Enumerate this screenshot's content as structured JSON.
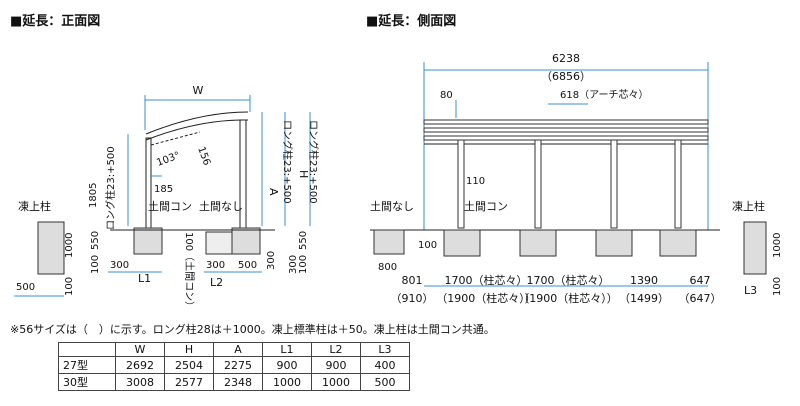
{
  "headers": {
    "front": "■延長：正面図",
    "side": "■延長：側面図"
  },
  "front": {
    "W": "W",
    "A": "A",
    "H": "H",
    "dim_1805": "1805",
    "long_pillar_left": "ロング柱23:+500",
    "long_pillar_right_1": "ロング柱23:+500",
    "long_pillar_right_2": "ロング柱23:+500",
    "angle": "103°",
    "radius": "156",
    "dim_185": "185",
    "label_doma_con": "土間コン",
    "label_doma_nashi": "土間なし",
    "label_toujou": "凍上柱",
    "d1000_left": "1000",
    "d550_left": "550",
    "d100_left": "100",
    "d500_left": "500",
    "d100_left2": "100",
    "d300_a": "300",
    "L1": "L1",
    "d100_con": "100（土間コン）",
    "d300_b": "300",
    "d500_b": "500",
    "L2": "L2",
    "d300_c": "300",
    "d550_r": "550",
    "d100_r": "100",
    "d300_r": "300"
  },
  "side": {
    "total": "6238",
    "total_alt": "（6856）",
    "d80": "80",
    "arch": "618（アーチ芯々）",
    "d110": "110",
    "label_doma_nashi": "土間なし",
    "label_doma_con": "土間コン",
    "label_toujou": "凍上柱",
    "d100": "100",
    "d800": "800",
    "d1000": "1000",
    "d100_b": "100",
    "L3": "L3",
    "bottom_row1": [
      "801",
      "1700（柱芯々）",
      "1700（柱芯々）",
      "1390",
      "647"
    ],
    "bottom_row2": [
      "（910）",
      "（1900（柱芯々））",
      "（1900（柱芯々））",
      "（1499）",
      "（647）"
    ]
  },
  "note": "※56サイズは（　）に示す。ロング柱28は＋1000。凍上標準柱は＋50。凍上柱は土間コン共通。",
  "table": {
    "columns": [
      "",
      "W",
      "H",
      "A",
      "L1",
      "L2",
      "L3"
    ],
    "rows": [
      [
        "27型",
        "2692",
        "2504",
        "2275",
        "900",
        "900",
        "400"
      ],
      [
        "30型",
        "3008",
        "2577",
        "2348",
        "1000",
        "1000",
        "500"
      ]
    ]
  }
}
